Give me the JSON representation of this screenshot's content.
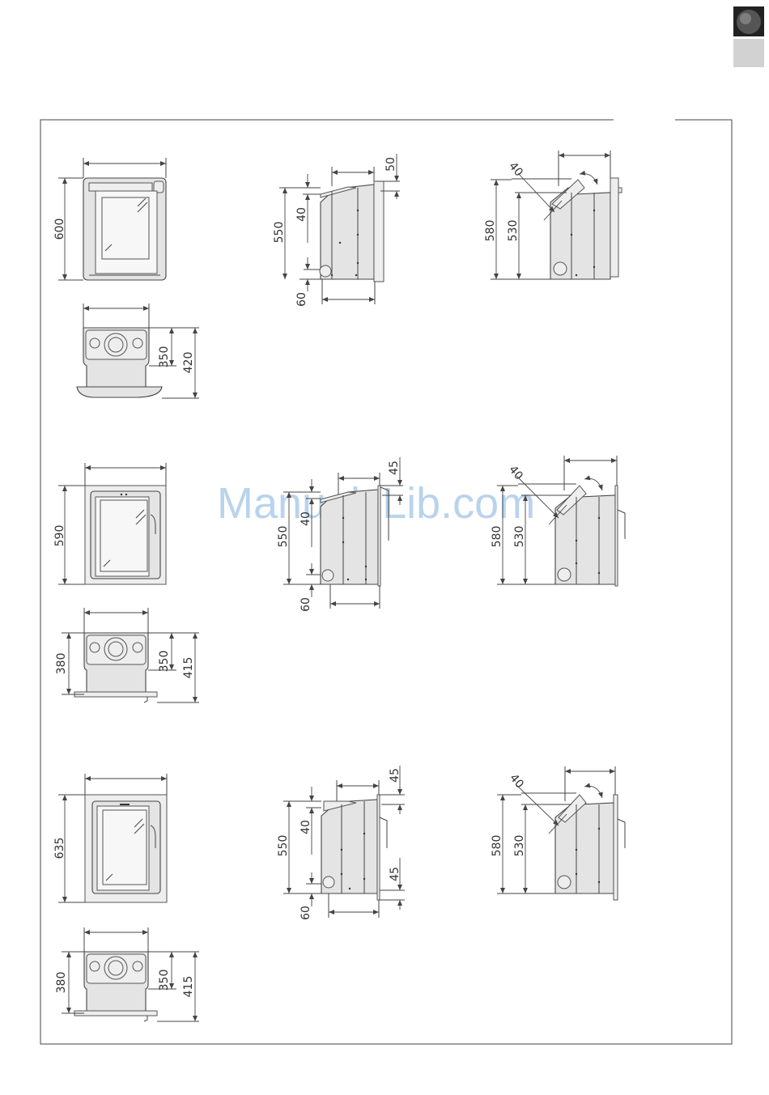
{
  "corner_tabs": {
    "dark_color": "#222222",
    "light_color": "#d2d2d2"
  },
  "watermark": "ManualsLib.com",
  "rows": [
    {
      "front_height": "600",
      "top_depth_a": "350",
      "top_depth_b": "420",
      "side_top": "50",
      "side_top_gap": "40",
      "side_height": "550",
      "side_bottom": "60",
      "angle_value": "40",
      "angle_h1": "580",
      "angle_h2": "530"
    },
    {
      "front_height": "590",
      "top_depth_c": "380",
      "top_depth_a": "350",
      "top_depth_b": "415",
      "side_top": "45",
      "side_top_gap": "40",
      "side_height": "550",
      "side_bottom": "60",
      "angle_value": "40",
      "angle_h1": "580",
      "angle_h2": "530"
    },
    {
      "front_height": "635",
      "top_depth_c": "380",
      "top_depth_a": "350",
      "top_depth_b": "415",
      "side_top": "45",
      "side_top_gap": "40",
      "side_height": "550",
      "side_lower": "45",
      "side_bottom": "60",
      "angle_value": "40",
      "angle_h1": "580",
      "angle_h2": "530"
    }
  ]
}
